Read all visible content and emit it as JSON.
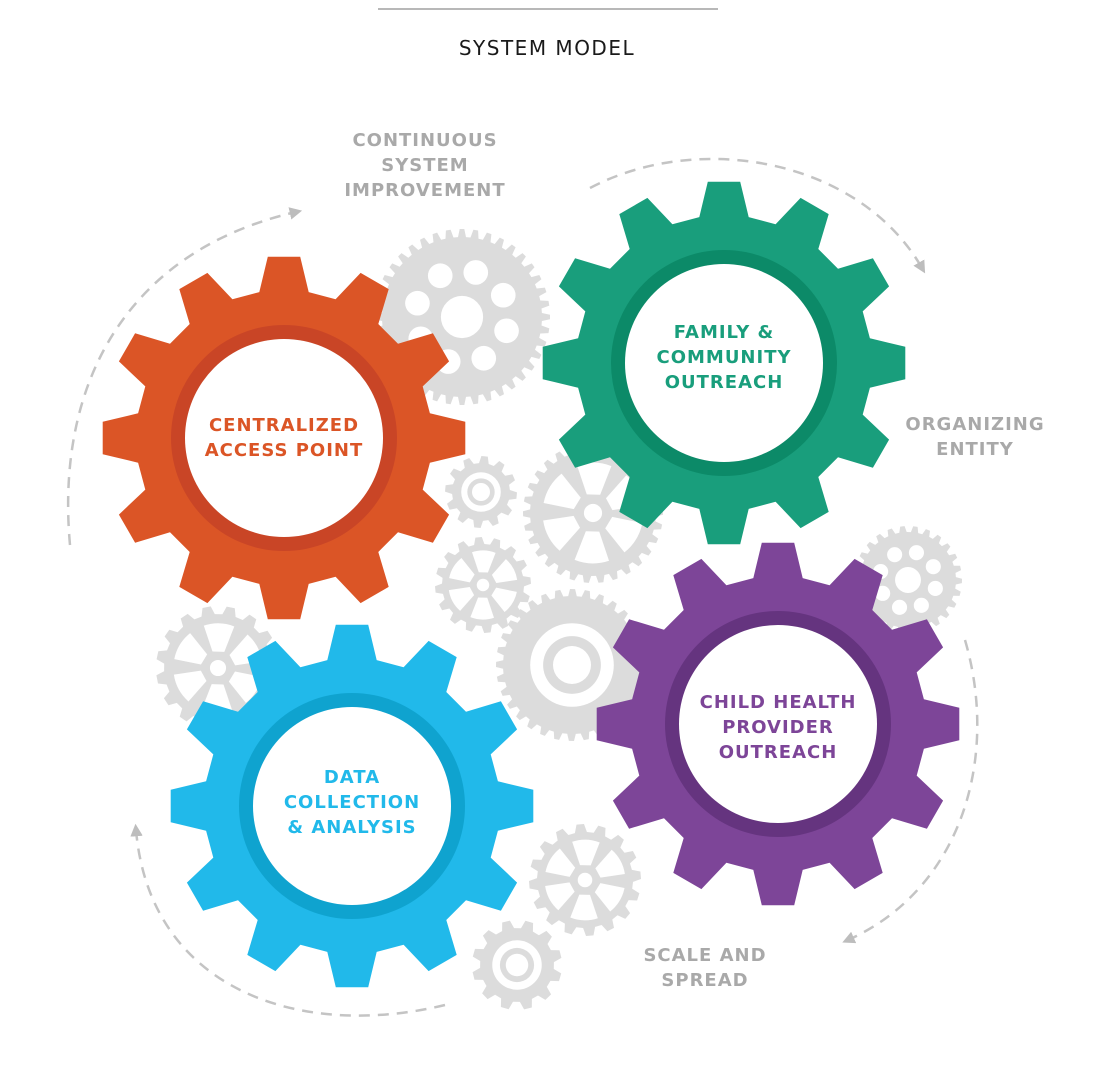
{
  "title": "SYSTEM MODEL",
  "cycle_labels": {
    "continuous": "CONTINUOUS\nSYSTEM\nIMPROVEMENT",
    "organizing": "ORGANIZING\nENTITY",
    "scale": "SCALE AND\nSPREAD"
  },
  "gears": {
    "centralized": {
      "label": "CENTRALIZED\nACCESS POINT",
      "color": "#db5526",
      "ring": "#c94526"
    },
    "family": {
      "label": "FAMILY &\nCOMMUNITY\nOUTREACH",
      "color": "#199e7c",
      "ring": "#0c8a68"
    },
    "child": {
      "label": "CHILD HEALTH\nPROVIDER\nOUTREACH",
      "color": "#7d4598",
      "ring": "#65347f"
    },
    "data": {
      "label": "DATA\nCOLLECTION\n& ANALYSIS",
      "color": "#21b9ea",
      "ring": "#0fa3cf"
    }
  },
  "colors": {
    "small_gear": "#dcdcdc",
    "arrow": "#bdbdbd"
  }
}
